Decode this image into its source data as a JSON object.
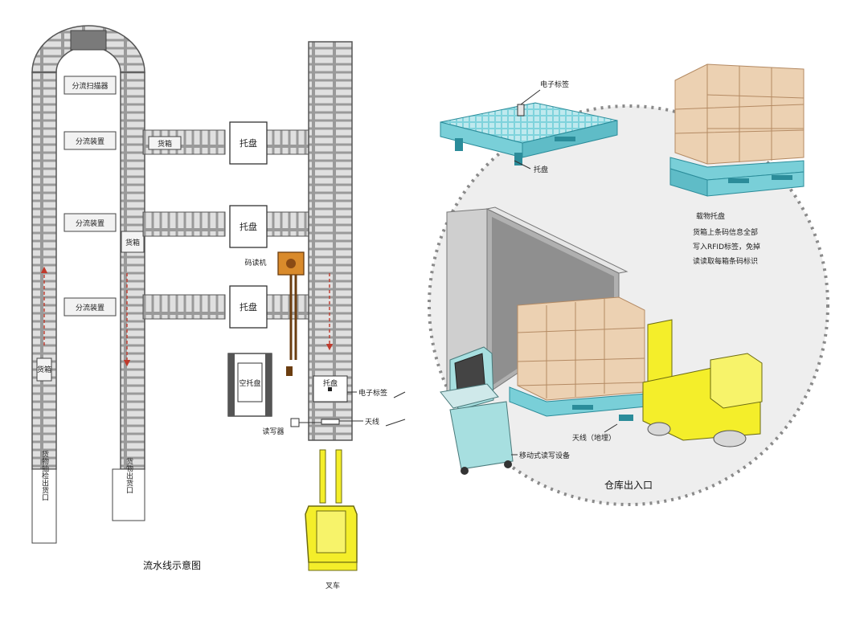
{
  "colors": {
    "conveyor": "#8e8e8e",
    "conveyor_dark": "#5a5a5a",
    "slat": "#d6d6d6",
    "pallet": "#79cfd8",
    "pallet_dark": "#2b8c9a",
    "box": "#ecd1b2",
    "box_line": "#b48a63",
    "forklift": "#f4ee2a",
    "reader_orange": "#d98a2b",
    "dots": "#8a8a8a",
    "device": "#a7dfe0"
  },
  "left": {
    "sorter_top": "分流扫描器",
    "diverters": [
      "分流装置",
      "分流装置",
      "分流装置"
    ],
    "branch_tag": "货箱",
    "trays": [
      "托盘",
      "托盘",
      "托盘"
    ],
    "bottom_tray": "托盘",
    "reader": "码读机",
    "empty_tray": "空托盘",
    "rw_device": "读写器",
    "tag_label": "电子标签",
    "antenna_label": "天线",
    "left_exit_vertical": "货物抽检出货口",
    "middle_tag_upper": "货箱",
    "middle_tag_lower": "货箱",
    "middle_exit_vertical": "货物出货口",
    "title": "流水线示意图",
    "forklift": "叉车"
  },
  "right": {
    "top_tag": "电子标签",
    "tray": "托盘",
    "loaded_title": "载物托盘",
    "loaded_desc": [
      "货箱上条码信息全部",
      "写入RFID标签，免掉",
      "读读取每箱条码标识"
    ],
    "antenna": "天线（地埋）",
    "mobile": "移动式读写设备",
    "gate": "仓库出入口"
  },
  "icons": [
    "arrow-up-icon",
    "arrow-down-icon",
    "forklift-icon",
    "rfid-tag-icon",
    "antenna-icon"
  ]
}
